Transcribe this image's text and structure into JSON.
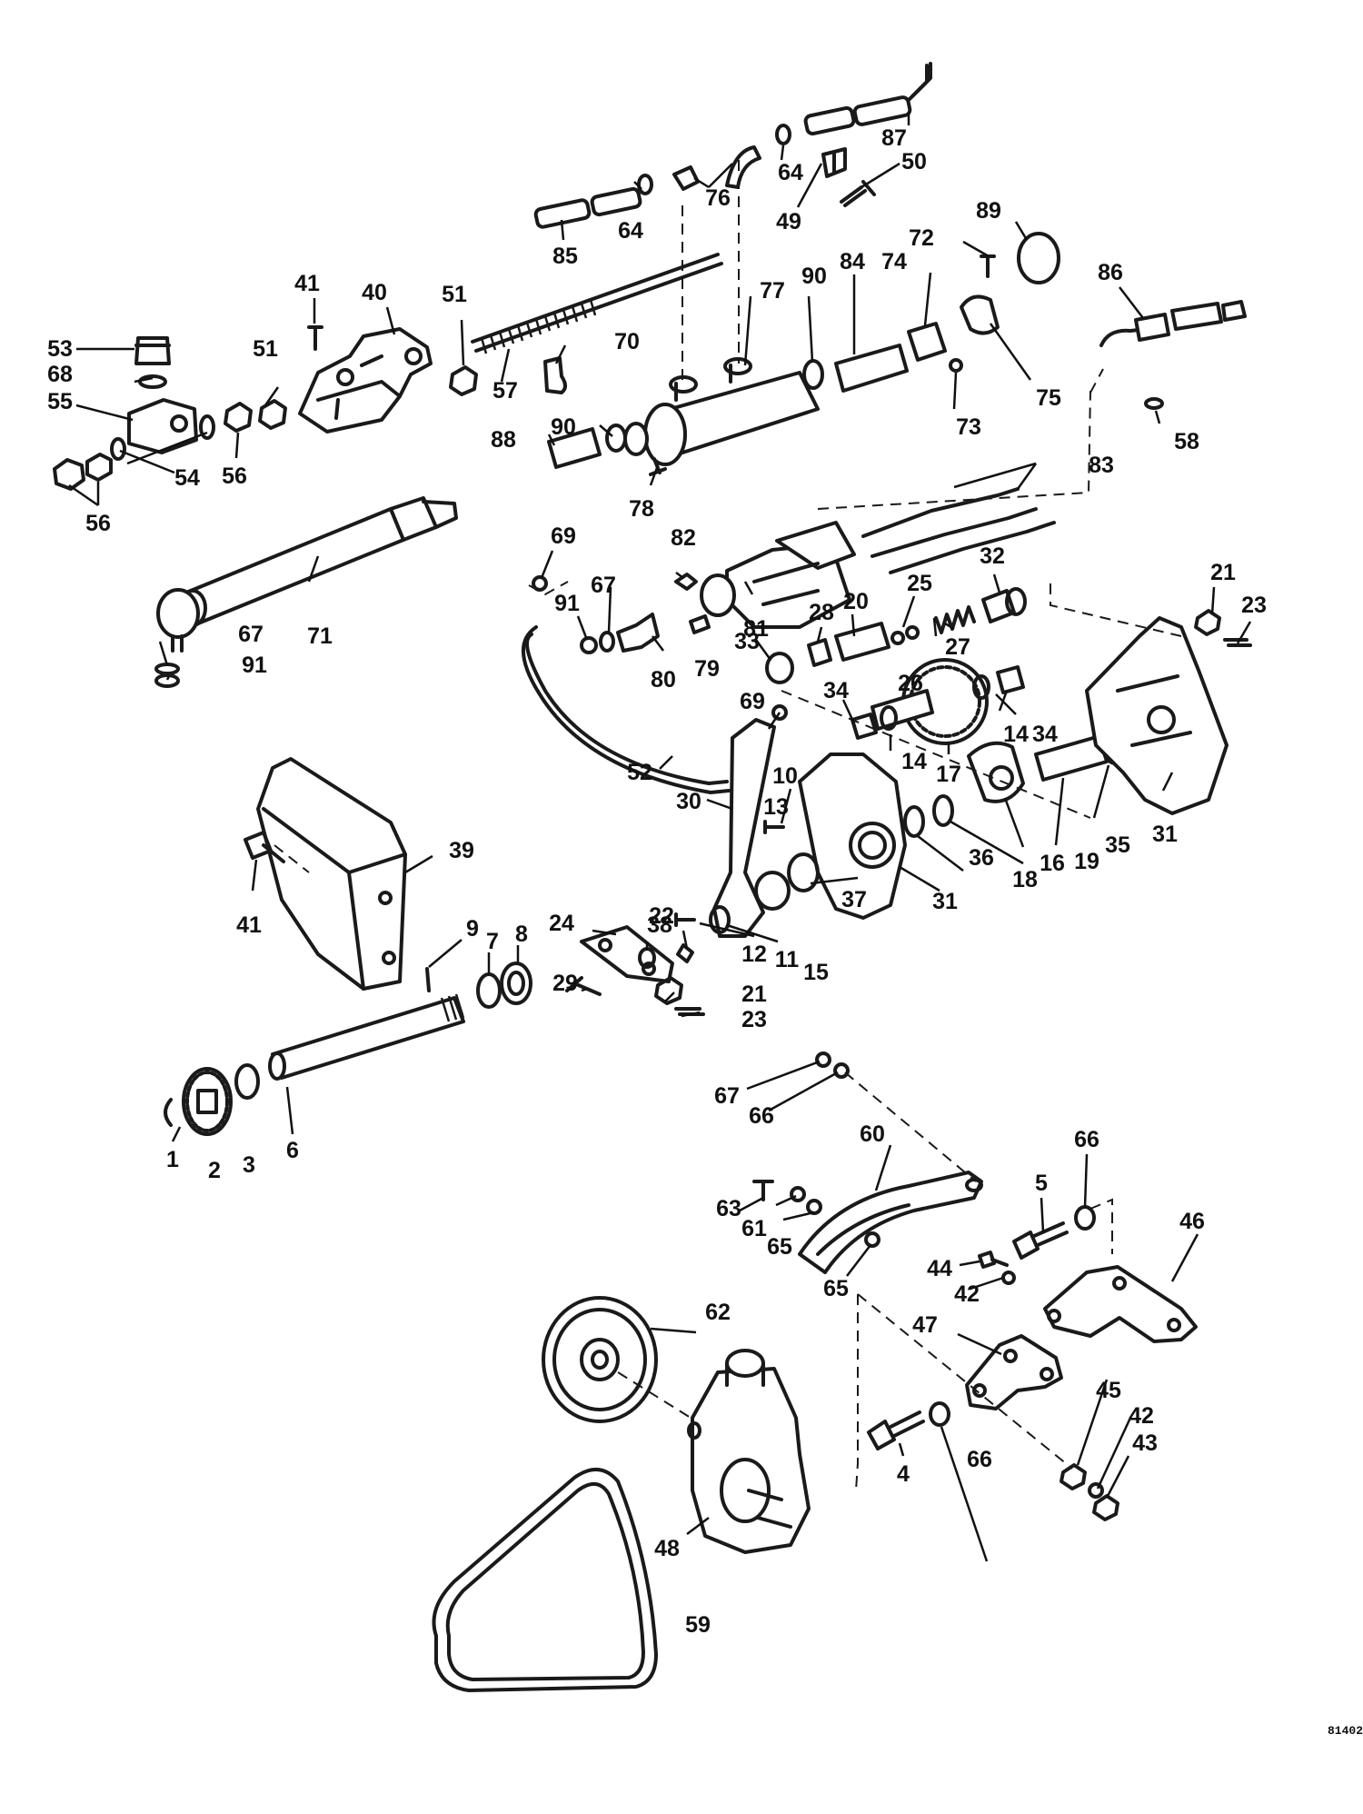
{
  "diagram": {
    "figure_code": "81402",
    "callouts": [
      {
        "id": "c1",
        "text": "1"
      },
      {
        "id": "c2",
        "text": "2"
      },
      {
        "id": "c3",
        "text": "3"
      },
      {
        "id": "c4",
        "text": "4"
      },
      {
        "id": "c5",
        "text": "5"
      },
      {
        "id": "c6",
        "text": "6"
      },
      {
        "id": "c7",
        "text": "7"
      },
      {
        "id": "c8",
        "text": "8"
      },
      {
        "id": "c9",
        "text": "9"
      },
      {
        "id": "c10",
        "text": "10"
      },
      {
        "id": "c11",
        "text": "11"
      },
      {
        "id": "c12",
        "text": "12"
      },
      {
        "id": "c13",
        "text": "13"
      },
      {
        "id": "c14a",
        "text": "14"
      },
      {
        "id": "c14b",
        "text": "14"
      },
      {
        "id": "c15",
        "text": "15"
      },
      {
        "id": "c16",
        "text": "16"
      },
      {
        "id": "c17",
        "text": "17"
      },
      {
        "id": "c18",
        "text": "18"
      },
      {
        "id": "c19",
        "text": "19"
      },
      {
        "id": "c20",
        "text": "20"
      },
      {
        "id": "c21a",
        "text": "21"
      },
      {
        "id": "c21b",
        "text": "21"
      },
      {
        "id": "c22",
        "text": "22"
      },
      {
        "id": "c23a",
        "text": "23"
      },
      {
        "id": "c23b",
        "text": "23"
      },
      {
        "id": "c24",
        "text": "24"
      },
      {
        "id": "c25",
        "text": "25"
      },
      {
        "id": "c26",
        "text": "26"
      },
      {
        "id": "c27",
        "text": "27"
      },
      {
        "id": "c28",
        "text": "28"
      },
      {
        "id": "c29",
        "text": "29"
      },
      {
        "id": "c30",
        "text": "30"
      },
      {
        "id": "c31a",
        "text": "31"
      },
      {
        "id": "c31b",
        "text": "31"
      },
      {
        "id": "c32",
        "text": "32"
      },
      {
        "id": "c33",
        "text": "33"
      },
      {
        "id": "c34a",
        "text": "34"
      },
      {
        "id": "c34b",
        "text": "34"
      },
      {
        "id": "c35",
        "text": "35"
      },
      {
        "id": "c36",
        "text": "36"
      },
      {
        "id": "c37",
        "text": "37"
      },
      {
        "id": "c38",
        "text": "38"
      },
      {
        "id": "c39",
        "text": "39"
      },
      {
        "id": "c40",
        "text": "40"
      },
      {
        "id": "c41a",
        "text": "41"
      },
      {
        "id": "c41b",
        "text": "41"
      },
      {
        "id": "c42a",
        "text": "42"
      },
      {
        "id": "c42b",
        "text": "42"
      },
      {
        "id": "c43",
        "text": "43"
      },
      {
        "id": "c44",
        "text": "44"
      },
      {
        "id": "c45",
        "text": "45"
      },
      {
        "id": "c46",
        "text": "46"
      },
      {
        "id": "c47",
        "text": "47"
      },
      {
        "id": "c48",
        "text": "48"
      },
      {
        "id": "c49",
        "text": "49"
      },
      {
        "id": "c50",
        "text": "50"
      },
      {
        "id": "c51a",
        "text": "51"
      },
      {
        "id": "c51b",
        "text": "51"
      },
      {
        "id": "c52",
        "text": "52"
      },
      {
        "id": "c53",
        "text": "53"
      },
      {
        "id": "c54",
        "text": "54"
      },
      {
        "id": "c55",
        "text": "55"
      },
      {
        "id": "c56a",
        "text": "56"
      },
      {
        "id": "c56b",
        "text": "56"
      },
      {
        "id": "c57",
        "text": "57"
      },
      {
        "id": "c58",
        "text": "58"
      },
      {
        "id": "c59",
        "text": "59"
      },
      {
        "id": "c60",
        "text": "60"
      },
      {
        "id": "c61",
        "text": "61"
      },
      {
        "id": "c62",
        "text": "62"
      },
      {
        "id": "c63",
        "text": "63"
      },
      {
        "id": "c64a",
        "text": "64"
      },
      {
        "id": "c64b",
        "text": "64"
      },
      {
        "id": "c65a",
        "text": "65"
      },
      {
        "id": "c65b",
        "text": "65"
      },
      {
        "id": "c66a",
        "text": "66"
      },
      {
        "id": "c66b",
        "text": "66"
      },
      {
        "id": "c66c",
        "text": "66"
      },
      {
        "id": "c67a",
        "text": "67"
      },
      {
        "id": "c67b",
        "text": "67"
      },
      {
        "id": "c67c",
        "text": "67"
      },
      {
        "id": "c68",
        "text": "68"
      },
      {
        "id": "c69a",
        "text": "69"
      },
      {
        "id": "c69b",
        "text": "69"
      },
      {
        "id": "c70",
        "text": "70"
      },
      {
        "id": "c71",
        "text": "71"
      },
      {
        "id": "c72",
        "text": "72"
      },
      {
        "id": "c73",
        "text": "73"
      },
      {
        "id": "c74",
        "text": "74"
      },
      {
        "id": "c75",
        "text": "75"
      },
      {
        "id": "c76",
        "text": "76"
      },
      {
        "id": "c77",
        "text": "77"
      },
      {
        "id": "c78",
        "text": "78"
      },
      {
        "id": "c79",
        "text": "79"
      },
      {
        "id": "c80",
        "text": "80"
      },
      {
        "id": "c81",
        "text": "81"
      },
      {
        "id": "c82",
        "text": "82"
      },
      {
        "id": "c83",
        "text": "83"
      },
      {
        "id": "c84",
        "text": "84"
      },
      {
        "id": "c85",
        "text": "85"
      },
      {
        "id": "c86",
        "text": "86"
      },
      {
        "id": "c87",
        "text": "87"
      },
      {
        "id": "c88",
        "text": "88"
      },
      {
        "id": "c89",
        "text": "89"
      },
      {
        "id": "c90a",
        "text": "90"
      },
      {
        "id": "c90b",
        "text": "90"
      },
      {
        "id": "c91a",
        "text": "91"
      },
      {
        "id": "c91b",
        "text": "91"
      }
    ]
  }
}
